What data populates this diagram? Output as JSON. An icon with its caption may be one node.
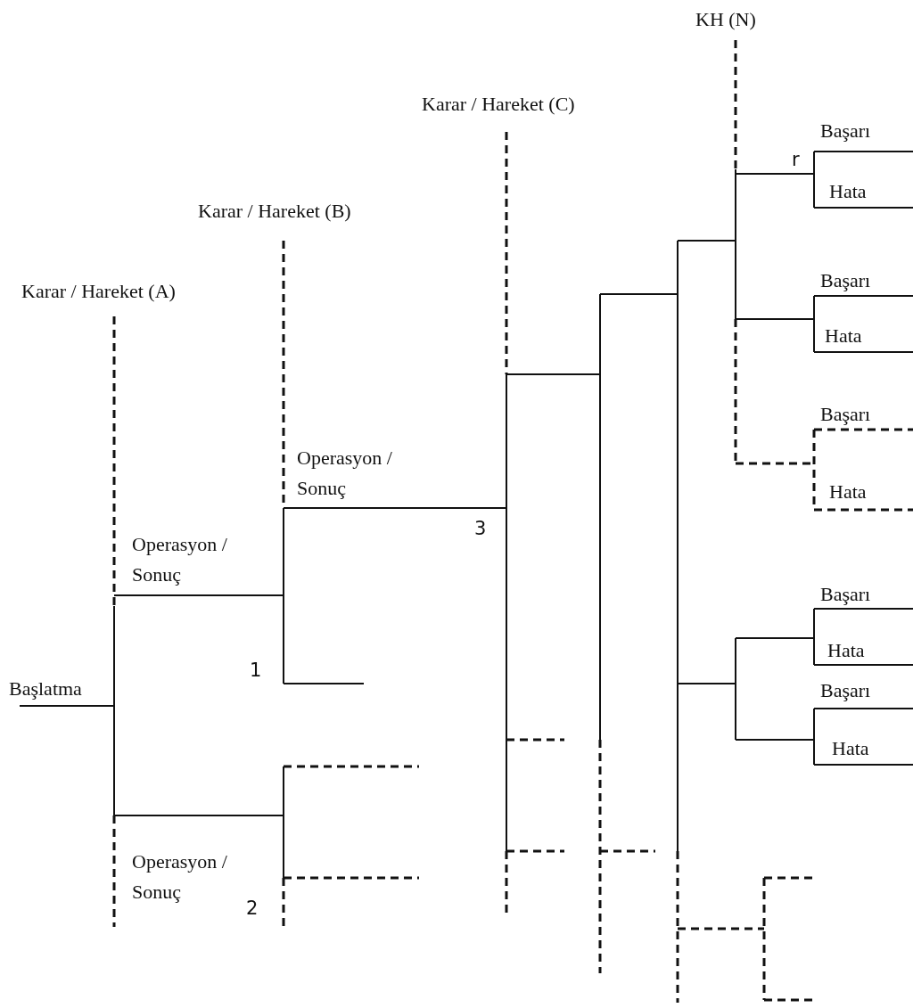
{
  "diagram": {
    "labels": [
      "KH (N)",
      "Karar / Hareket (C)",
      "Başarı",
      "r",
      "Hata",
      "Karar / Hareket (B)",
      "Karar / Hareket (A)",
      "Başarı",
      "Hata",
      "Başarı",
      "Operasyon / Sonuç",
      "Hata",
      "3",
      "Operasyon / Sonuç",
      "Başarı",
      "Hata",
      "1",
      "Başlatma",
      "Başarı",
      "Hata",
      "Operasyon / Sonuç",
      "2"
    ]
  }
}
